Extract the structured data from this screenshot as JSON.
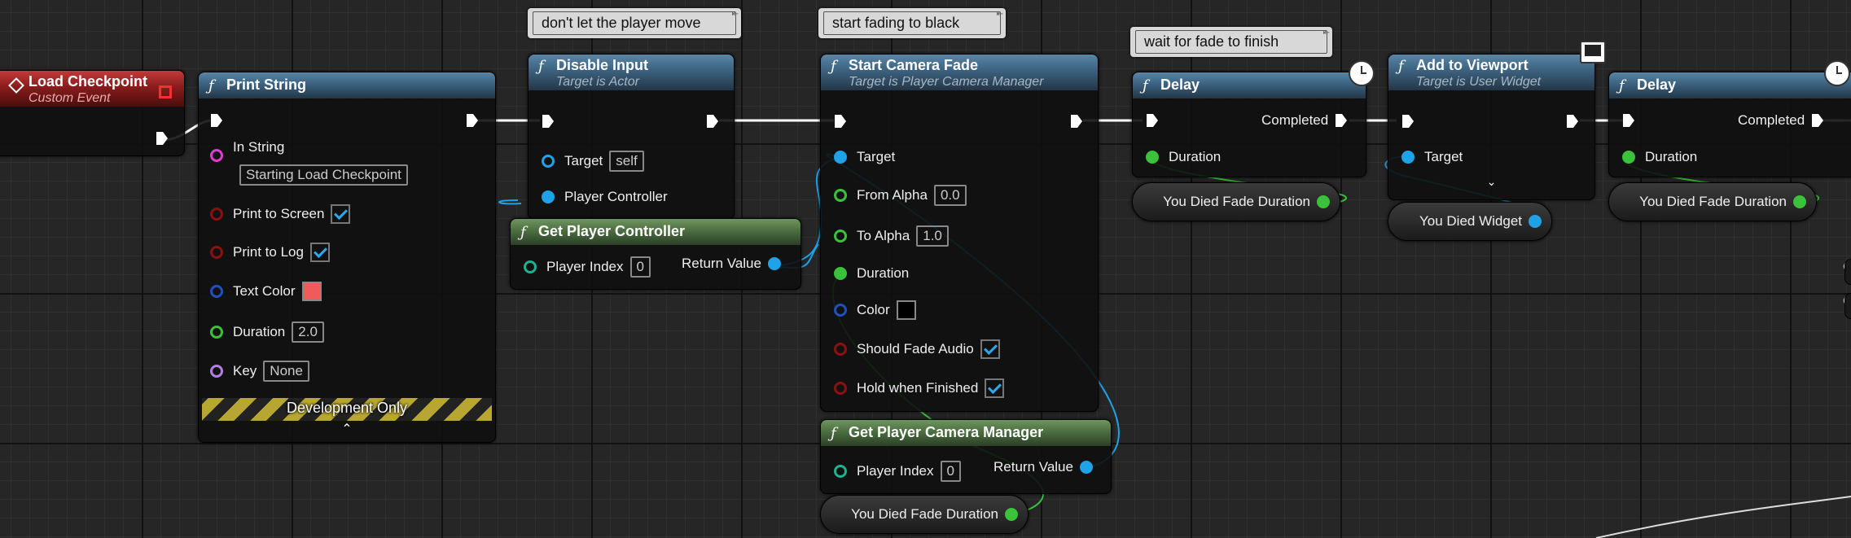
{
  "nodes": {
    "load_checkpoint": {
      "title": "Load Checkpoint",
      "subtitle": "Custom Event"
    },
    "print_string": {
      "title": "Print String",
      "in_string_label": "In String",
      "in_string_value": "Starting Load Checkpoint",
      "print_to_screen": "Print to Screen",
      "print_to_log": "Print to Log",
      "text_color": "Text Color",
      "duration_label": "Duration",
      "duration_value": "2.0",
      "key_label": "Key",
      "key_value": "None",
      "dev_only": "Development Only"
    },
    "disable_input": {
      "title": "Disable Input",
      "subtitle": "Target is Actor",
      "target_label": "Target",
      "target_value": "self",
      "player_controller": "Player Controller"
    },
    "get_player_controller": {
      "title": "Get Player Controller",
      "player_index_label": "Player Index",
      "player_index_value": "0",
      "return_value": "Return Value"
    },
    "start_camera_fade": {
      "title": "Start Camera Fade",
      "subtitle": "Target is Player Camera Manager",
      "target": "Target",
      "from_alpha_label": "From Alpha",
      "from_alpha_value": "0.0",
      "to_alpha_label": "To Alpha",
      "to_alpha_value": "1.0",
      "duration": "Duration",
      "color": "Color",
      "should_fade_audio": "Should Fade Audio",
      "hold_when_finished": "Hold when Finished"
    },
    "get_player_camera_manager": {
      "title": "Get Player Camera Manager",
      "player_index_label": "Player Index",
      "player_index_value": "0",
      "return_value": "Return Value"
    },
    "delay1": {
      "title": "Delay",
      "completed": "Completed",
      "duration": "Duration"
    },
    "add_to_viewport": {
      "title": "Add to Viewport",
      "subtitle": "Target is User Widget",
      "target": "Target"
    },
    "delay2": {
      "title": "Delay",
      "completed": "Completed",
      "duration": "Duration"
    }
  },
  "variables": {
    "fade_duration_1": "You Died Fade Duration",
    "fade_duration_2": "You Died Fade Duration",
    "fade_duration_3": "You Died Fade Duration",
    "died_widget": "You Died Widget"
  },
  "comments": {
    "c1": "don't let the player move",
    "c2": "start fading to black",
    "c3": "wait for fade to finish"
  },
  "colors": {
    "exec": "#ffffff",
    "object_pin": "#1fa2e8",
    "float_pin": "#3ac23a",
    "bool_pin": "#8c1010",
    "string_pin": "#e03ad0",
    "struct_pin": "#2050c0",
    "int_pin": "#20b090",
    "name_pin": "#b080e0",
    "text_color_swatch": "#f05a5a",
    "fade_color_swatch": "#000000"
  }
}
